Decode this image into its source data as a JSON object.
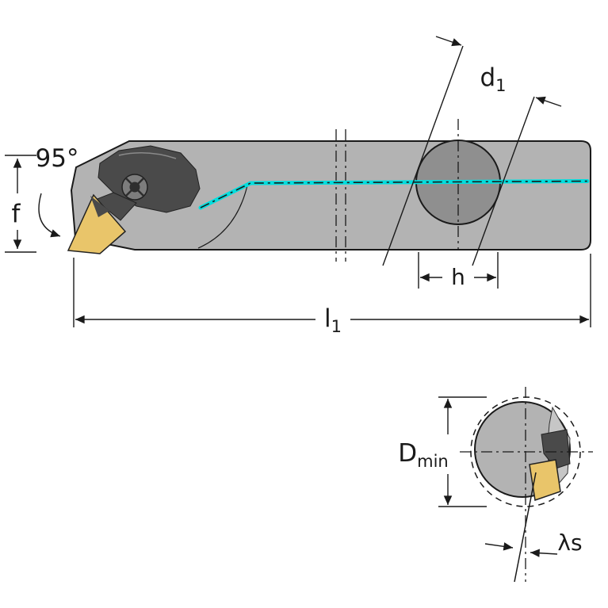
{
  "labels": {
    "angle": "95°",
    "f": "f",
    "d": "d",
    "d_sub": "1",
    "h": "h",
    "l": "l",
    "l_sub": "1",
    "dmin": "D",
    "dmin_sub": "min",
    "lambda": "λs"
  },
  "colors": {
    "background": "#ffffff",
    "body": "#b3b3b3",
    "hole": "#8f8f8f",
    "insert": "#e9c56a",
    "clamp": "#4a4a4a",
    "clamp_light": "#7d7d7d",
    "coolant": "#00dede",
    "pocket": "#c6c6c6",
    "line": "#1a1a1a"
  }
}
